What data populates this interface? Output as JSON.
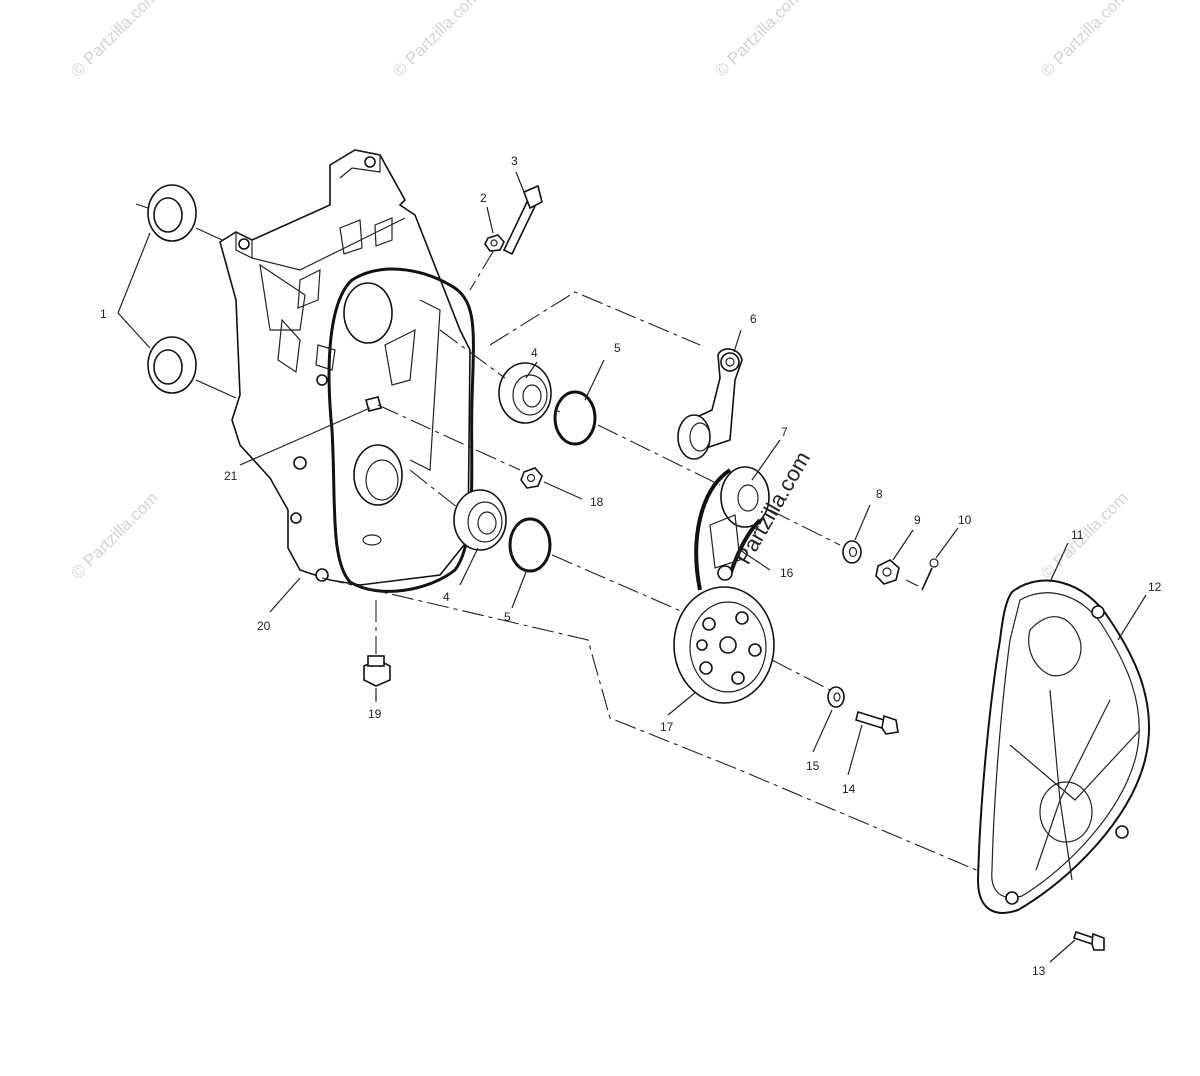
{
  "watermark": {
    "text": "© Partzilla.com",
    "main": "Partzilla.com"
  },
  "callouts": {
    "c1": "1",
    "c2": "2",
    "c3": "3",
    "c4a": "4",
    "c4b": "4",
    "c5a": "5",
    "c5b": "5",
    "c6": "6",
    "c7": "7",
    "c8": "8",
    "c9": "9",
    "c10": "10",
    "c11": "11",
    "c12": "12",
    "c13": "13",
    "c14": "14",
    "c15": "15",
    "c16": "16",
    "c17": "17",
    "c18": "18",
    "c19": "19",
    "c20": "20",
    "c21": "21"
  },
  "colors": {
    "ink": "#111111",
    "watermark": "#d4d4d4",
    "background": "#ffffff"
  }
}
